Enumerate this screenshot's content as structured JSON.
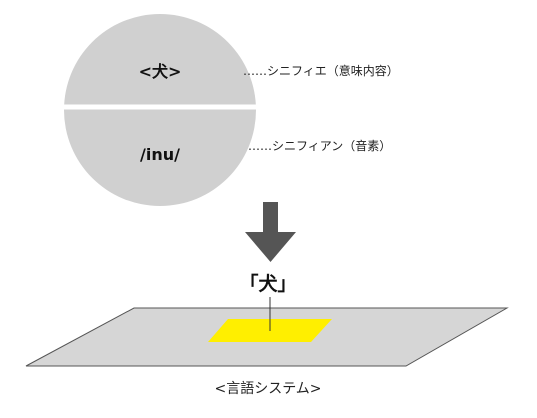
{
  "sign": {
    "signified": {
      "label": "<犬>",
      "annotation": "……シニフィエ（意味内容）"
    },
    "signifier": {
      "label": "/inu/",
      "annotation": "……シニフィアン（音素）"
    }
  },
  "word": {
    "label": "「犬」"
  },
  "system": {
    "label": "<言語システム>"
  },
  "icons": {
    "arrow": "down-arrow-icon"
  },
  "colors": {
    "circle": "#d0d0d0",
    "arrow": "#555555",
    "plane": "#d6d6d6",
    "highlight": "#ffef00"
  }
}
